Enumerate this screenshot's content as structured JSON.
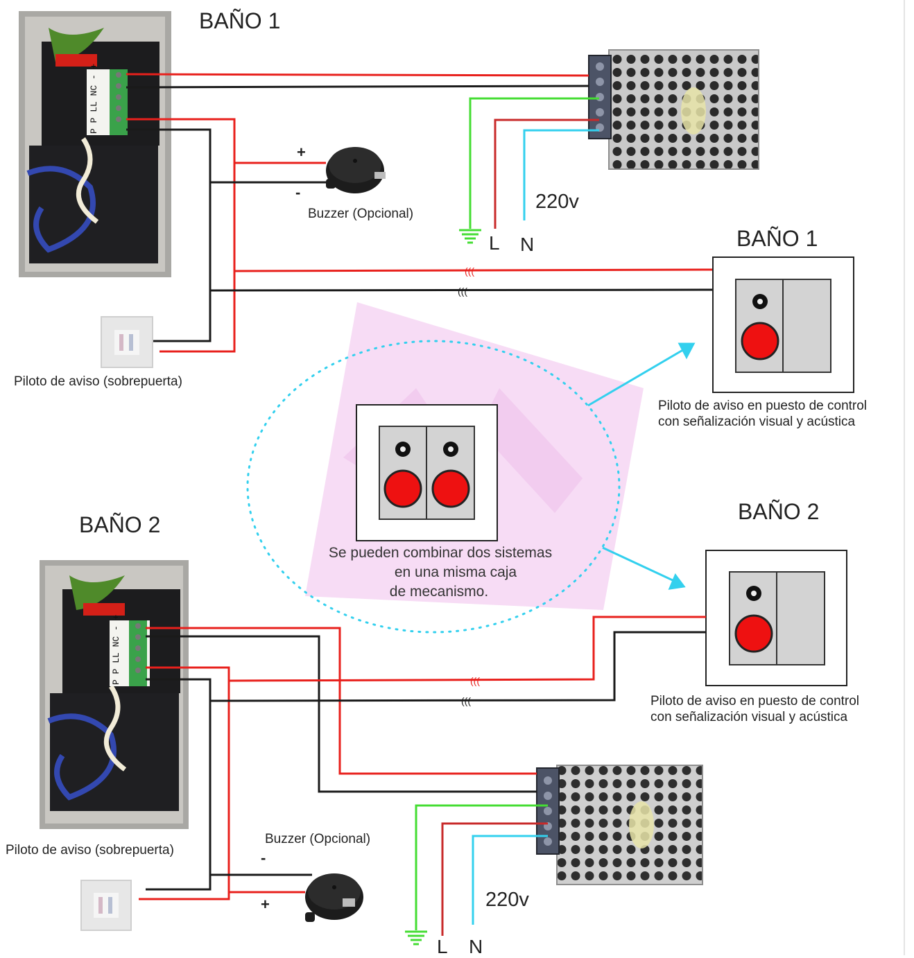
{
  "titles": {
    "bano1_panel": "BAÑO 1",
    "bano1_control": "BAÑO 1",
    "bano2_panel": "BAÑO 2",
    "bano2_control": "BAÑO 2"
  },
  "labels": {
    "buzzer_top": "Buzzer (Opcional)",
    "buzzer_bottom": "Buzzer (Opcional)",
    "piloto_top": "Piloto de aviso (sobrepuerta)",
    "piloto_bottom": "Piloto de aviso (sobrepuerta)",
    "control_top_line1": "Piloto de aviso en puesto de control",
    "control_top_line2": "con señalización visual y acústica",
    "control_bottom_line1": "Piloto de aviso en puesto de control",
    "control_bottom_line2": "con señalización visual y acústica",
    "combine_line1": "Se pueden combinar dos sistemas",
    "combine_line2": "en una misma caja",
    "combine_line3": "de mecanismo.",
    "voltage_top": "220v",
    "voltage_bottom": "220v",
    "l_top": "L",
    "n_top": "N",
    "l_bottom": "L",
    "n_bottom": "N",
    "plus_top": "+",
    "minus_top": "-",
    "plus_bottom": "+",
    "minus_bottom": "-",
    "terminal_text": "P P LL NC - +"
  },
  "colors": {
    "wire_red": "#e8201c",
    "wire_black": "#1a1a1a",
    "wire_green": "#44dd33",
    "wire_cyan": "#33d0ee",
    "button_red": "#ee1111",
    "watermark": "#f6d8f4"
  },
  "icons": {
    "ground": "ground-symbol-icon",
    "buzzer": "buzzer-icon",
    "power_supply": "power-supply-icon"
  }
}
